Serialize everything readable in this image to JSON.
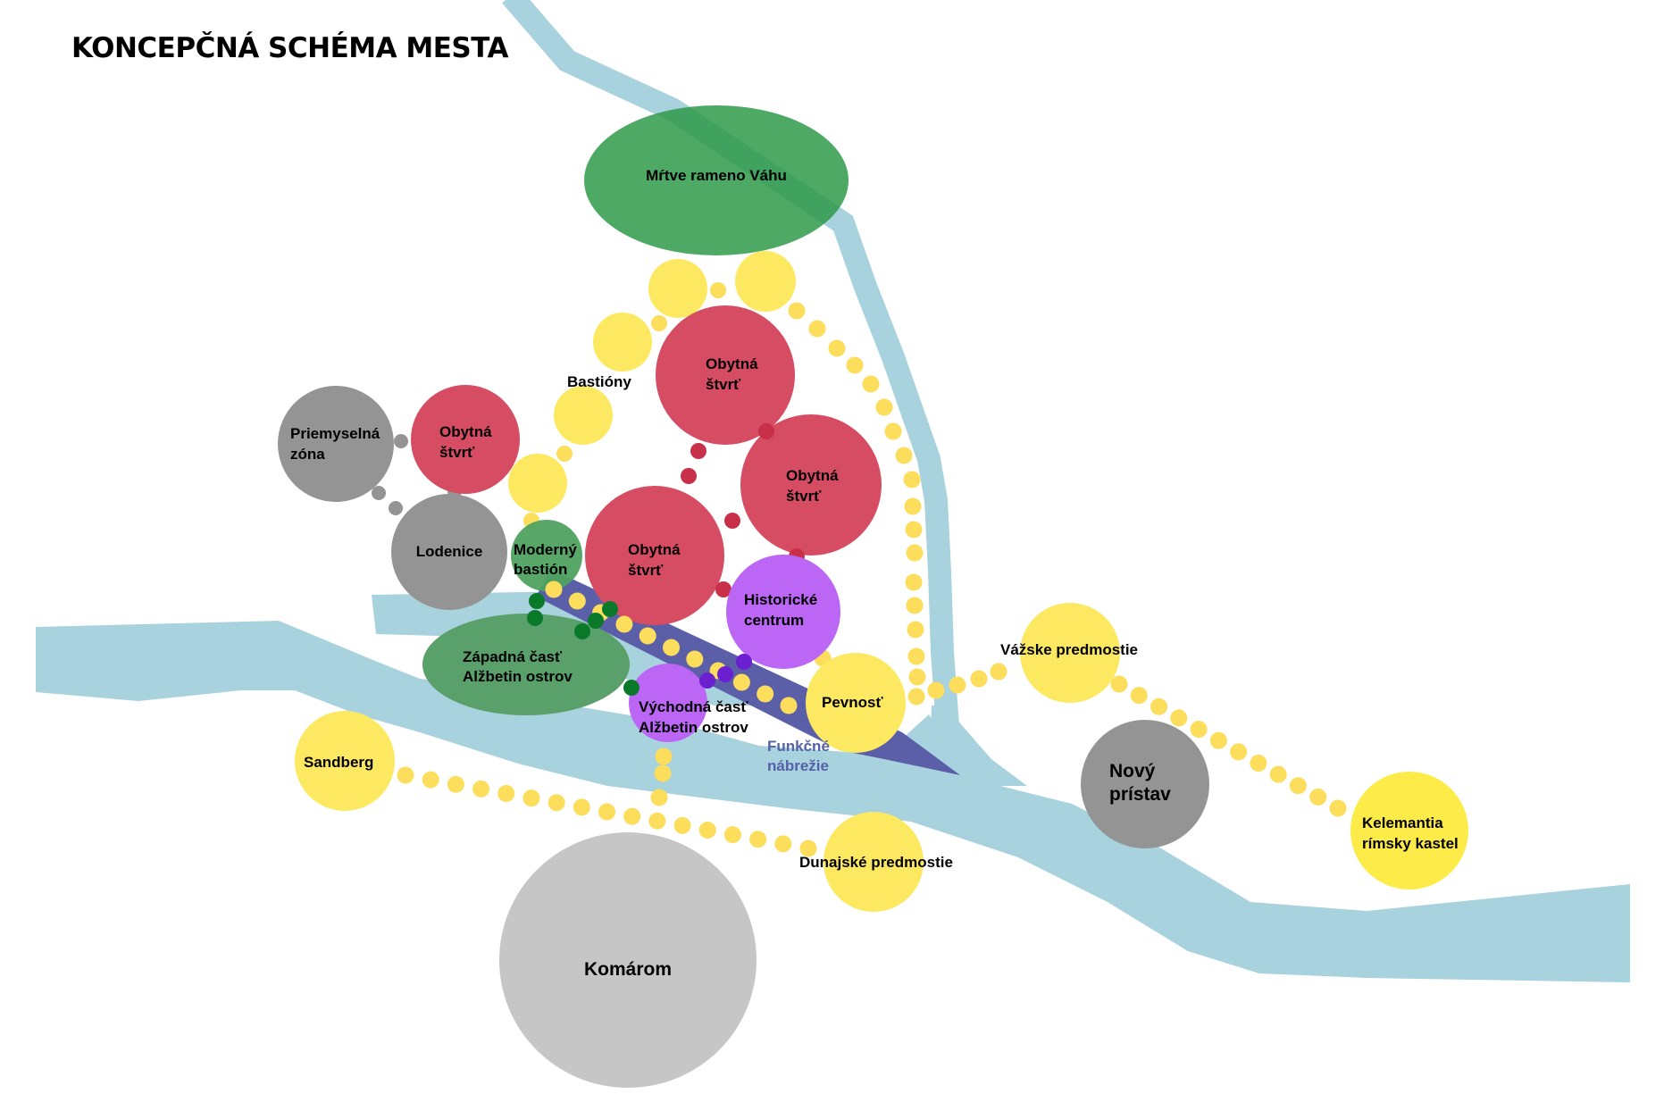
{
  "title": "KONCEPČNÁ SCHÉMA MESTA",
  "colors": {
    "water": "#a8d2de",
    "green": "#4fa160",
    "green_island": "#5aa06a",
    "green_dot": "#0a7a2a",
    "red": "#d64c63",
    "red_dot": "#c8304a",
    "purple": "#bb66f5",
    "purple_dot": "#6a1fd0",
    "yellow": "#fde961",
    "yellow_dot": "#fcdd5c",
    "gray": "#949494",
    "gray_light": "#c6c6c6",
    "embankment": "#5a5fa8",
    "kelemantia": "#fdeb4a"
  },
  "labels": {
    "mrtve_rameno": "Mŕtve rameno Váhu",
    "bastiony": "Bastióny",
    "priemyselna": [
      "Priemyselná",
      "zóna"
    ],
    "obytna": [
      "Obytná",
      "štvrť"
    ],
    "lodenice": "Lodenice",
    "moderny_bastion": [
      "Moderný",
      "bastión"
    ],
    "historicke_centrum": [
      "Historické",
      "centrum"
    ],
    "zapadna": [
      "Západná časť",
      "Alžbetin ostrov"
    ],
    "vychodna": [
      "Východná časť",
      "Alžbetin ostrov"
    ],
    "pevnost": "Pevnosť",
    "funkcne_nabrezie": [
      "Funkčné",
      "nábrežie"
    ],
    "vazske_predmostie": "Vážske predmostie",
    "novy_pristav": [
      "Nový",
      "prístav"
    ],
    "kelemantia": [
      "Kelemantia",
      "rímsky kastel"
    ],
    "sandberg": "Sandberg",
    "dunajske_predmostie": "Dunajské predmostie",
    "komarom": "Komárom"
  }
}
